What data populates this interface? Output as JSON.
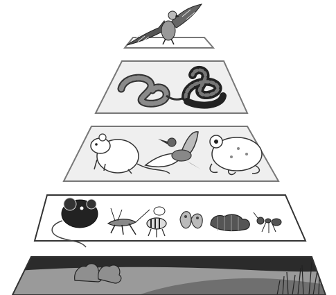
{
  "diagram": {
    "kind": "food-pyramid",
    "levels": [
      {
        "level": 5,
        "organisms": [
          "hawk"
        ]
      },
      {
        "level": 4,
        "organisms": [
          "snake",
          "snake"
        ]
      },
      {
        "level": 3,
        "organisms": [
          "rat",
          "bird",
          "toad"
        ]
      },
      {
        "level": 2,
        "organisms": [
          "mouse",
          "grasshopper",
          "bee",
          "moth",
          "caterpillar",
          "ant"
        ]
      },
      {
        "level": 1,
        "organisms": [
          "shrubs",
          "grass",
          "hill"
        ]
      }
    ]
  },
  "colors": {
    "outline": "#666666",
    "panel_fill": "#ffffff",
    "tier_fill": "#efefef",
    "ground_dark": "#2b2b2b",
    "ground_mid": "#6f6f6f",
    "ground_light": "#9a9a9a"
  }
}
